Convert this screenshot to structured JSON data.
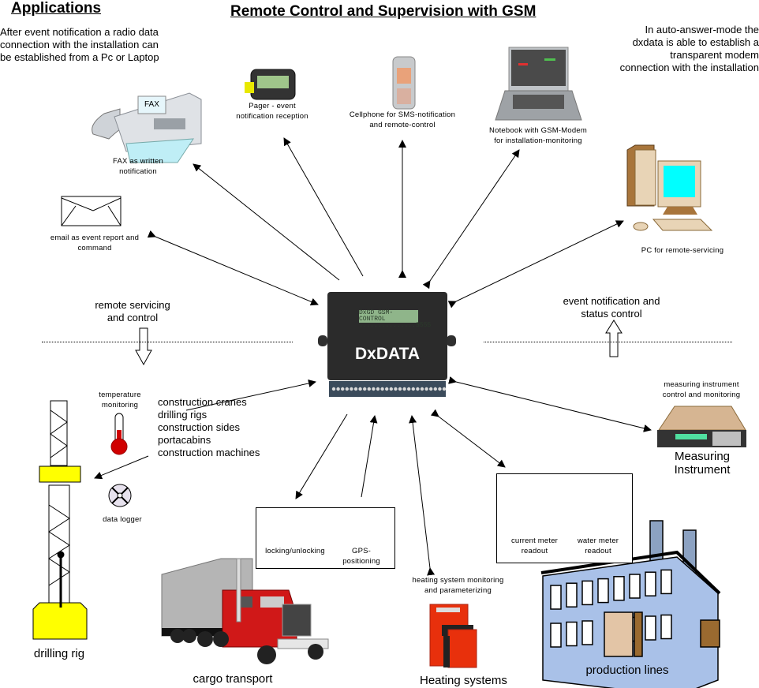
{
  "titles": {
    "applications": "Applications",
    "main": "Remote Control and Supervision with GSM"
  },
  "notes": {
    "left": [
      "After event notification a radio data",
      "connection with the installation can",
      "be established from a Pc or Laptop"
    ],
    "right": [
      "In auto-answer-mode the",
      "dxdata is able to establish a",
      "transparent modem",
      "connection with the installation"
    ]
  },
  "central_unit": {
    "label": "DxDATA",
    "display_line1": "DxGD GSM-CONTROL",
    "display_line2": "...............5555"
  },
  "devices": {
    "fax": {
      "label": [
        "FAX  as written",
        "notification"
      ],
      "screen_text": "FAX"
    },
    "pager": {
      "label": [
        "Pager - event",
        "notification reception"
      ]
    },
    "cellphone": {
      "label": [
        "Cellphone for SMS-notification",
        "and remote-control"
      ]
    },
    "notebook": {
      "label": [
        "Notebook with GSM-Modem",
        "for installation-monitoring"
      ]
    },
    "email": {
      "label": [
        "email as event report and",
        "command"
      ]
    },
    "pc": {
      "label": [
        "PC for remote-servicing"
      ]
    },
    "measuring_instrument": {
      "caption": [
        "measuring instrument",
        "control and monitoring"
      ],
      "label": [
        "Measuring",
        "Instrument"
      ]
    },
    "temperature": {
      "label": [
        "temperature",
        "monitoring"
      ]
    },
    "data_logger": {
      "label": [
        "data logger"
      ]
    },
    "lock": {
      "label": [
        "locking/unlocking"
      ]
    },
    "gps": {
      "label": [
        "GPS-",
        "positioning"
      ]
    },
    "current_meter": {
      "label": [
        "current meter",
        "readout"
      ]
    },
    "water_meter": {
      "label": [
        "water meter",
        "readout"
      ]
    },
    "heating": {
      "caption": [
        "heating system monitoring",
        "and parameterizing"
      ],
      "label": "Heating systems"
    },
    "drilling_rig": {
      "label": "drilling rig"
    },
    "truck": {
      "label": "cargo transport"
    },
    "factory": {
      "label": "production lines"
    }
  },
  "flow_labels": {
    "down": [
      "remote servicing",
      "and control"
    ],
    "up": [
      "event notification and",
      "status control"
    ]
  },
  "construction_list": [
    "construction cranes",
    "drilling rigs",
    "construction sides",
    "portacabins",
    "construction machines"
  ],
  "colors": {
    "rig_yellow": "#ffff00",
    "truck_red": "#d01818",
    "heating_red": "#e8300c",
    "factory_blue": "#a9c1e8",
    "pc_screen": "#00ffff",
    "unit_dark": "#2b2b2b"
  }
}
